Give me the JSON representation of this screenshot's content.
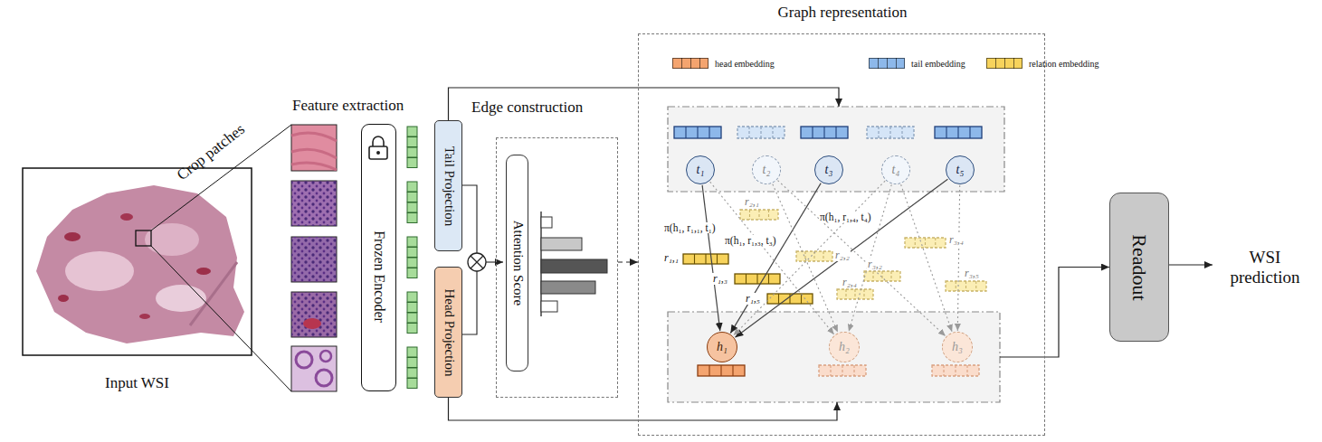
{
  "diagram": {
    "nodes": [
      {
        "text": [
          "Input WSI"
        ]
      },
      {
        "text": [
          "Frozen Encoder"
        ]
      },
      {
        "text": [
          "Tail Projection"
        ]
      },
      {
        "text": [
          "Head Projection"
        ]
      },
      {
        "text": [
          "Edge construction"
        ]
      },
      {
        "text": [
          "Attention Score"
        ],
        "in": 4
      },
      {
        "text": [
          "Graph representation"
        ]
      },
      {
        "text": [
          "t₁"
        ],
        "in": 6
      },
      {
        "text": [
          "t₂"
        ],
        "in": 6
      },
      {
        "text": [
          "t₃"
        ],
        "in": 6
      },
      {
        "text": [
          "t₄"
        ],
        "in": 6
      },
      {
        "text": [
          "t₅"
        ],
        "in": 6
      },
      {
        "text": [
          "h₁"
        ],
        "in": 6
      },
      {
        "text": [
          "h₂"
        ],
        "in": 6
      },
      {
        "text": [
          "h₃"
        ],
        "in": 6
      },
      {
        "text": [
          "Readout"
        ]
      }
    ],
    "edges": [
      {
        "from": 2,
        "to": 6,
        "arrow": "to"
      },
      {
        "from": 3,
        "to": 6,
        "arrow": "to"
      },
      {
        "from": 4,
        "to": 6,
        "arrow": "to"
      },
      {
        "from": 6,
        "to": 15,
        "arrow": "to"
      },
      {
        "from": 7,
        "to": 12,
        "arrow": "to",
        "label": "r₁,₁"
      },
      {
        "from": 9,
        "to": 12,
        "arrow": "to",
        "label": "r₁,₃"
      },
      {
        "from": 11,
        "to": 12,
        "arrow": "to",
        "label": "r₁,₅"
      },
      {
        "from": 10,
        "to": 12,
        "arrow": "to"
      },
      {
        "from": 7,
        "to": 13,
        "arrow": "to",
        "label": "r₂,₁"
      },
      {
        "from": 8,
        "to": 13,
        "arrow": "to",
        "label": "r₂,₂"
      },
      {
        "from": 10,
        "to": 13,
        "arrow": "to",
        "label": "r₂,₄"
      },
      {
        "from": 8,
        "to": 14,
        "arrow": "to",
        "label": "r₃,₂"
      },
      {
        "from": 10,
        "to": 14,
        "arrow": "to",
        "label": "r₃,₄"
      },
      {
        "from": 11,
        "to": 14,
        "arrow": "to",
        "label": "r₃,₅"
      }
    ],
    "labels": [
      "Crop patches",
      "Feature extraction",
      "π(h₁, r₁,₁, t₁)",
      "π(h₁, r₁,₃, t₃)",
      "π(h₁, r₁,₄, t₄)",
      "WSI prediction"
    ],
    "legend": [
      {
        "text": "head embedding",
        "color": "#f4a46f"
      },
      {
        "text": "tail embedding",
        "color": "#8db8ea"
      },
      {
        "text": "relation embedding",
        "color": "#f7d35c"
      }
    ]
  }
}
